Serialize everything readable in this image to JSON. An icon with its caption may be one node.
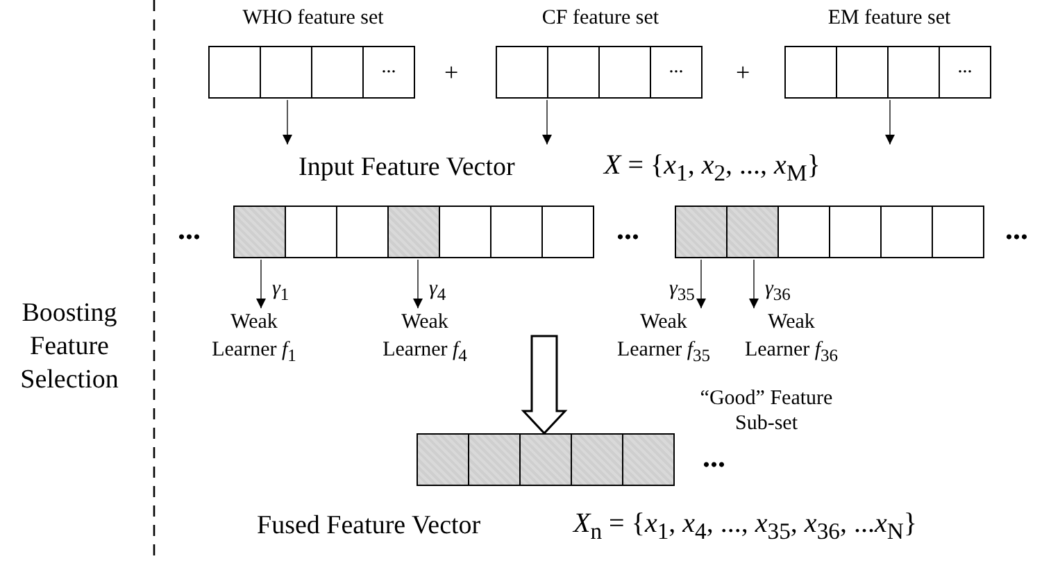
{
  "diagram": {
    "nodes": [
      {
        "text": [
          "WHO feature set",
          "..."
        ]
      },
      {
        "text": [
          "CF feature set",
          "..."
        ]
      },
      {
        "text": [
          "EM feature set",
          "..."
        ]
      },
      {
        "text": [
          "Input Feature Vector",
          "*X* = {*x*$_{1}$, *x*$_{2}$, ..., *x*$_{M}$}"
        ]
      },
      {
        "text": [
          "Weak Learner *f*$_{1}$"
        ]
      },
      {
        "text": [
          "Weak Learner *f*$_{4}$"
        ]
      },
      {
        "text": [
          "Weak Learner *f*$_{35}$"
        ]
      },
      {
        "text": [
          "Weak Learner *f*$_{36}$"
        ]
      },
      {
        "text": [
          "Fused Feature Vector",
          "*X*$_{n}$ = {*x*$_{1}$, *x*$_{4}$, ..., *x*$_{35}$, *x*$_{36}$, ...*x*$_{N}$}"
        ],
        "beside": [
          "“Good” Feature Sub-set"
        ]
      }
    ],
    "edges": [
      {
        "from": 0,
        "to": 3,
        "arrow": "to"
      },
      {
        "from": 1,
        "to": 3,
        "arrow": "to"
      },
      {
        "from": 2,
        "to": 3,
        "arrow": "to"
      },
      {
        "from": 3,
        "to": 4,
        "arrow": "to",
        "label": "*γ*$_{1}$"
      },
      {
        "from": 3,
        "to": 5,
        "arrow": "to",
        "label": "*γ*$_{4}$"
      },
      {
        "from": 3,
        "to": 6,
        "arrow": "to",
        "label": "*γ*$_{35}$"
      },
      {
        "from": 3,
        "to": 7,
        "arrow": "to",
        "label": "*γ*$_{36}$"
      },
      {
        "from": null,
        "to": 8,
        "arrow": "to",
        "style": "thick"
      }
    ],
    "labels": [
      "+",
      "+",
      "...",
      "...",
      "...",
      "Boosting Feature Selection",
      "..."
    ]
  }
}
